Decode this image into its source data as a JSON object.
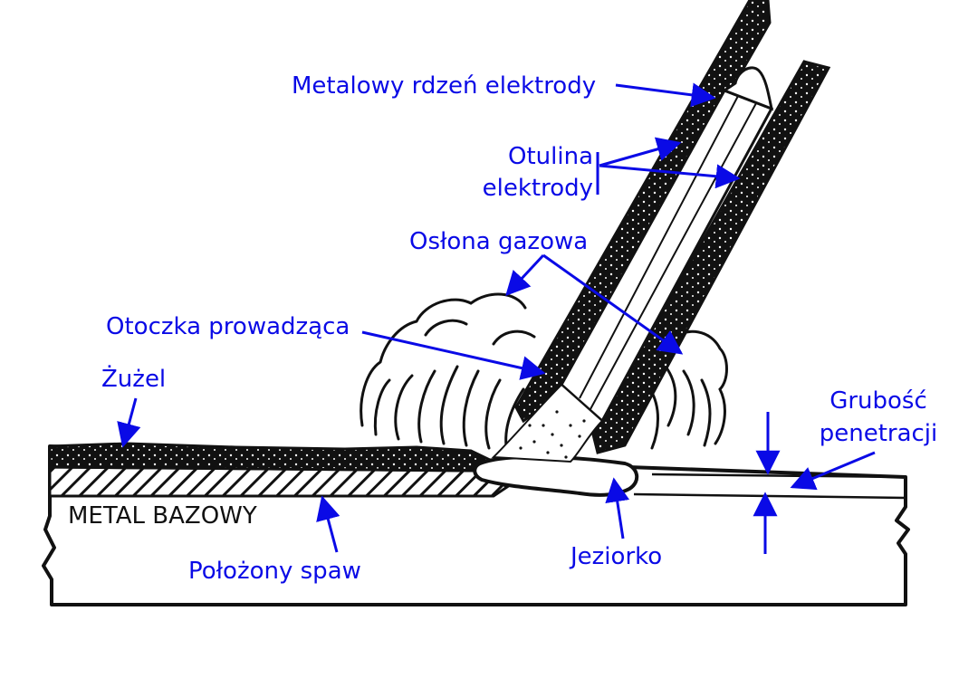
{
  "colors": {
    "label": "#0a0ae6",
    "ink": "#111111",
    "paper": "#ffffff"
  },
  "labels": {
    "core": "Metalowy rdzeń elektrody",
    "coating_line1": "Otulina",
    "coating_line2": "elektrody",
    "gas_shield": "Osłona gazowa",
    "guide_shell": "Otoczka prowadząca",
    "slag": "Żużel",
    "penetration_line1": "Grubość",
    "penetration_line2": "penetracji",
    "base_metal": "METAL BAZOWY",
    "weld_bead": "Położony spaw",
    "pool": "Jeziorko"
  }
}
